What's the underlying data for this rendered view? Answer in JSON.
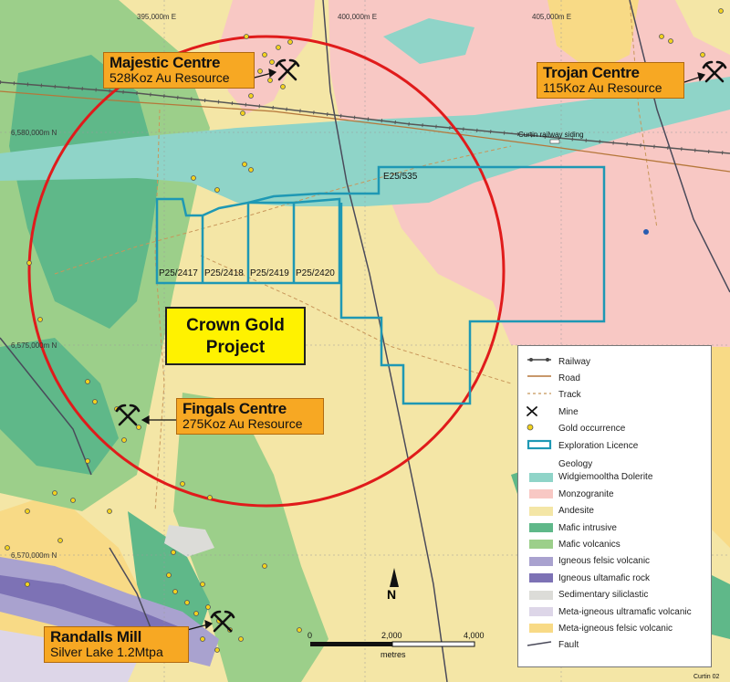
{
  "grid": {
    "eastings": [
      "395,000m E",
      "400,000m E",
      "405,000m E"
    ],
    "northings": [
      "6,580,000m N",
      "6,575,000m N",
      "6,570,000m N"
    ]
  },
  "callouts": {
    "majestic": {
      "title": "Majestic Centre",
      "subtitle": "528Koz Au Resource"
    },
    "trojan": {
      "title": "Trojan Centre",
      "subtitle": "115Koz Au Resource"
    },
    "fingals": {
      "title": "Fingals Centre",
      "subtitle": "275Koz Au Resource"
    },
    "randalls": {
      "title": "Randalls Mill",
      "subtitle": "Silver Lake 1.2Mtpa"
    }
  },
  "project": {
    "line1": "Crown Gold",
    "line2": "Project"
  },
  "licences": [
    "E25/535",
    "P25/2417",
    "P25/2418",
    "P25/2419",
    "P25/2420"
  ],
  "railway_siding": "Curtin railway siding",
  "north_label": "N",
  "scale": {
    "ticks": [
      "0",
      "2,000",
      "4,000"
    ],
    "unit": "metres"
  },
  "figure_code": "Curtin 02",
  "legend": {
    "items": [
      {
        "label": "Railway",
        "kind": "railway"
      },
      {
        "label": "Road",
        "kind": "road",
        "color": "#b5773a"
      },
      {
        "label": "Track",
        "kind": "track",
        "color": "#c8965a"
      },
      {
        "label": "Mine",
        "kind": "mine"
      },
      {
        "label": "Gold occurrence",
        "kind": "gold",
        "color": "#f2d21e"
      },
      {
        "label": "Exploration Licence",
        "kind": "licence",
        "color": "#1e98b4"
      }
    ],
    "geology_heading": "Geology",
    "geology": [
      {
        "label": "Widgiemooltha Dolerite",
        "color": "#8fd4c8"
      },
      {
        "label": "Monzogranite",
        "color": "#f8c8c4"
      },
      {
        "label": "Andesite",
        "color": "#f4e6a6"
      },
      {
        "label": "Mafic intrusive",
        "color": "#5fb889"
      },
      {
        "label": "Mafic volcanics",
        "color": "#9ccf8a"
      },
      {
        "label": "Igneous felsic volcanic",
        "color": "#a9a2cf"
      },
      {
        "label": "Igneous ultamafic rock",
        "color": "#7d72b5"
      },
      {
        "label": "Sedimentary siliclastic",
        "color": "#dcdcd8"
      },
      {
        "label": "Meta-igneous ultramafic volcanic",
        "color": "#ddd6e8"
      },
      {
        "label": "Meta-igneous felsic volcanic",
        "color": "#f8da86"
      }
    ],
    "fault_label": "Fault"
  }
}
